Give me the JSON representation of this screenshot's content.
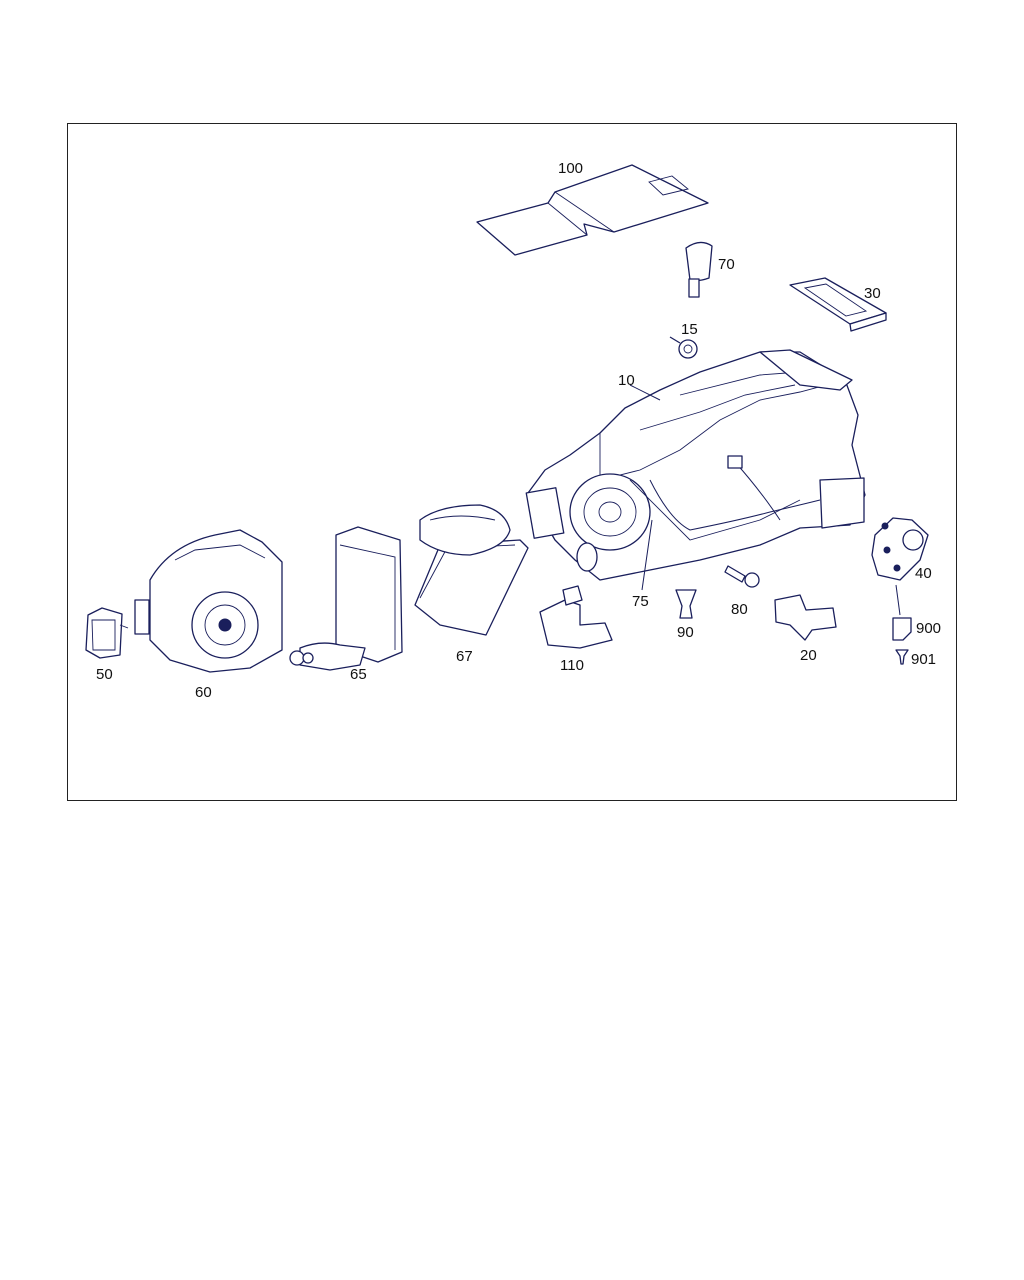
{
  "callouts": {
    "p100": "100",
    "p70": "70",
    "p30": "30",
    "p15": "15",
    "p10": "10",
    "p40": "40",
    "p900": "900",
    "p901": "901",
    "p50": "50",
    "p60": "60",
    "p65": "65",
    "p67": "67",
    "p110": "110",
    "p75": "75",
    "p90": "90",
    "p80": "80",
    "p20": "20"
  }
}
